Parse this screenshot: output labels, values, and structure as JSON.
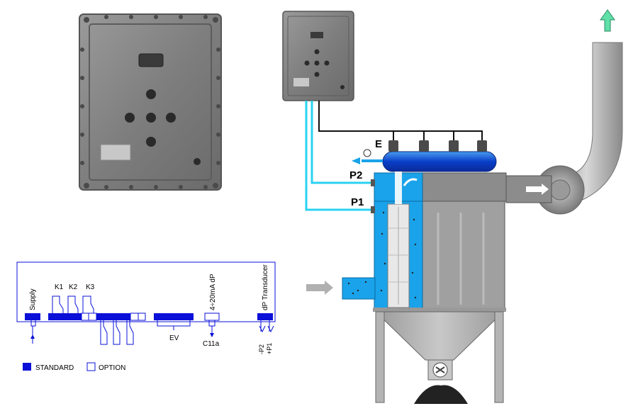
{
  "diagram": {
    "labels": {
      "E": "E",
      "P1": "P1",
      "P2": "P2"
    },
    "wiring": {
      "supply": "Supply",
      "k1": "K1",
      "k2": "K2",
      "k3": "K3",
      "analog_out": "4÷20mA dP",
      "transducer": "dP Transducer",
      "ev": "EV",
      "c11a": "C11a",
      "minus_p2": "-P2",
      "plus_p1": "+P1"
    },
    "legend": {
      "standard": "STANDARD",
      "option": "OPTION"
    },
    "colors": {
      "module_blue": "#0a10d8",
      "filter_blue": "#1aa3ea",
      "pneumatic_line": "#29d3f0",
      "housing_gray": "#8c8c8c",
      "steel_gray": "#a8a8a8",
      "exhaust_arrow": "#5fe0a8"
    }
  }
}
